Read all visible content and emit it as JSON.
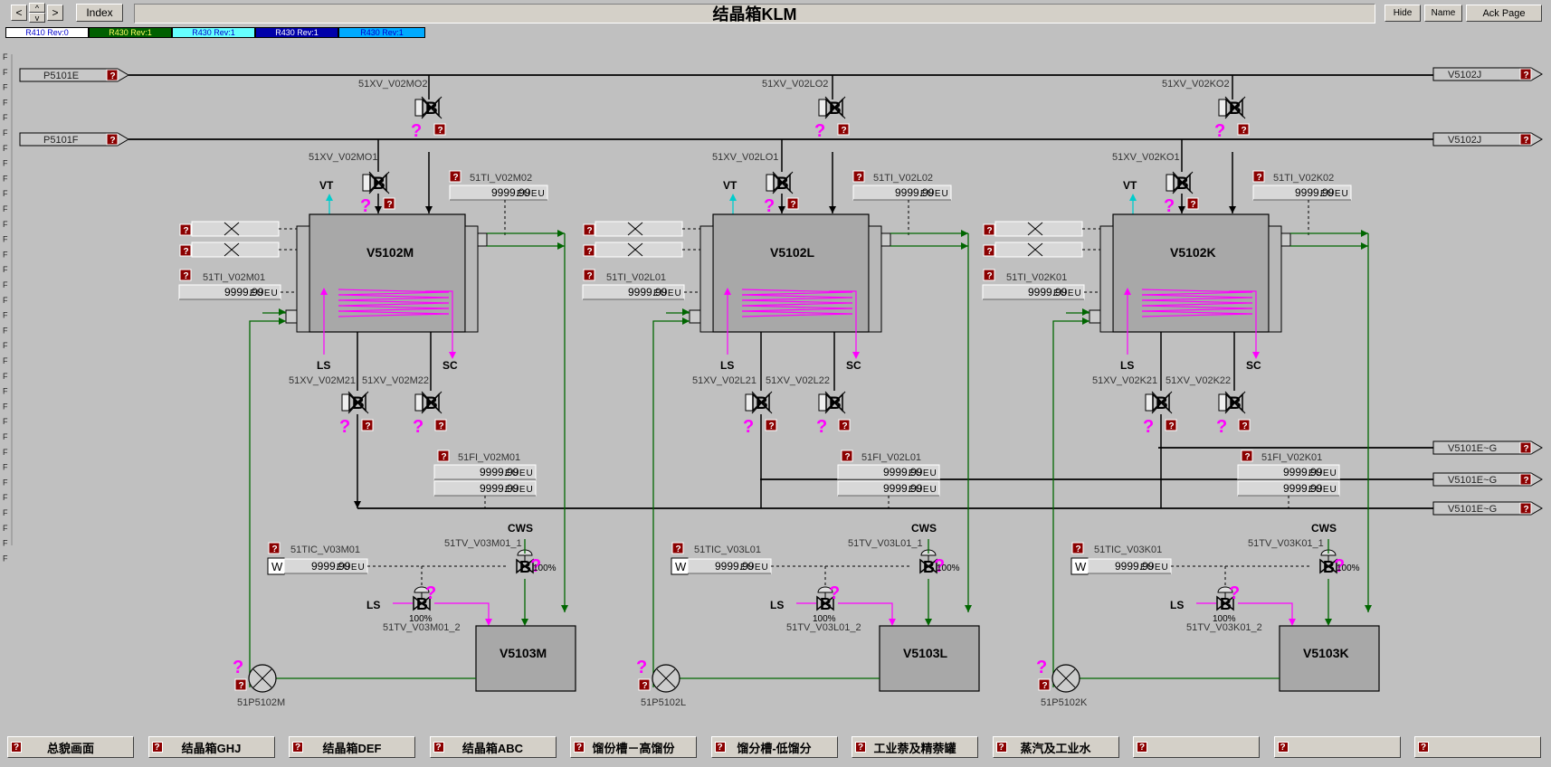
{
  "header": {
    "title": "结晶箱KLM",
    "index_label": "Index",
    "hide_label": "Hide",
    "name_label": "Name",
    "ack_label": "Ack Page",
    "nav_back": "<",
    "nav_up": "^",
    "nav_down": "v",
    "nav_fwd": ">"
  },
  "revisions": [
    {
      "label": "R410 Rev:0",
      "bg": "#ffffff",
      "fg": "#0000cc"
    },
    {
      "label": "R430 Rev:1",
      "bg": "#006000",
      "fg": "#ffff66"
    },
    {
      "label": "R430 Rev:1",
      "bg": "#66ffff",
      "fg": "#0000cc"
    },
    {
      "label": "R430 Rev:1",
      "bg": "#0000aa",
      "fg": "#ffffff"
    },
    {
      "label": "R430 Rev:1",
      "bg": "#00aaff",
      "fg": "#0000cc"
    }
  ],
  "left_column_glyph": "F",
  "headers": {
    "left": [
      "P5101E",
      "P5101F"
    ],
    "right": [
      "V5102J",
      "V5102J",
      "V5101E~G",
      "V5101E~G",
      "V5101E~G"
    ]
  },
  "colors": {
    "process": "#000000",
    "steam": "#ff00ff",
    "cooling": "#006600",
    "vent": "#00cccc",
    "alarm": "#8b0000",
    "question": "#ff00ff"
  },
  "labels": {
    "vt": "VT",
    "ls": "LS",
    "sc": "SC",
    "cws": "CWS",
    "q": "?",
    "w": "W",
    "pct": "100%",
    "valve": "B",
    "unit": "EUEU"
  },
  "units": [
    {
      "vessel": "V5102M",
      "tank": "V5103M",
      "pump": "51P5102M",
      "xv_top1": "51XV_V02MO2",
      "xv_top2": "51XV_V02MO1",
      "xv_b1": "51XV_V02M21",
      "xv_b2": "51XV_V02M22",
      "ti_top": "51TI_V02M02",
      "ti_top_val": "9999.99",
      "ti_side": "51TI_V02M01",
      "ti_side_val": "9999.99",
      "fi": "51FI_V02M01",
      "fi_val1": "9999.99",
      "fi_val2": "9999.99",
      "tic": "51TIC_V03M01",
      "tic_val": "9999.99",
      "tv1": "51TV_V03M01_1",
      "tv2": "51TV_V03M01_2"
    },
    {
      "vessel": "V5102L",
      "tank": "V5103L",
      "pump": "51P5102L",
      "xv_top1": "51XV_V02LO2",
      "xv_top2": "51XV_V02LO1",
      "xv_b1": "51XV_V02L21",
      "xv_b2": "51XV_V02L22",
      "ti_top": "51TI_V02L02",
      "ti_top_val": "9999.99",
      "ti_side": "51TI_V02L01",
      "ti_side_val": "9999.99",
      "fi": "51FI_V02L01",
      "fi_val1": "9999.99",
      "fi_val2": "9999.99",
      "tic": "51TIC_V03L01",
      "tic_val": "9999.99",
      "tv1": "51TV_V03L01_1",
      "tv2": "51TV_V03L01_2"
    },
    {
      "vessel": "V5102K",
      "tank": "V5103K",
      "pump": "51P5102K",
      "xv_top1": "51XV_V02KO2",
      "xv_top2": "51XV_V02KO1",
      "xv_b1": "51XV_V02K21",
      "xv_b2": "51XV_V02K22",
      "ti_top": "51TI_V02K02",
      "ti_top_val": "9999.99",
      "ti_side": "51TI_V02K01",
      "ti_side_val": "9999.99",
      "fi": "51FI_V02K01",
      "fi_val1": "9999.99",
      "fi_val2": "9999.99",
      "tic": "51TIC_V03K01",
      "tic_val": "9999.99",
      "tv1": "51TV_V03K01_1",
      "tv2": "51TV_V03K01_2"
    }
  ],
  "footer": [
    "总貌画面",
    "结晶箱GHJ",
    "结晶箱DEF",
    "结晶箱ABC",
    "馏份槽－高馏份",
    "馏分槽-低馏分",
    "工业萘及精萘罐",
    "蒸汽及工业水",
    "",
    "",
    ""
  ]
}
